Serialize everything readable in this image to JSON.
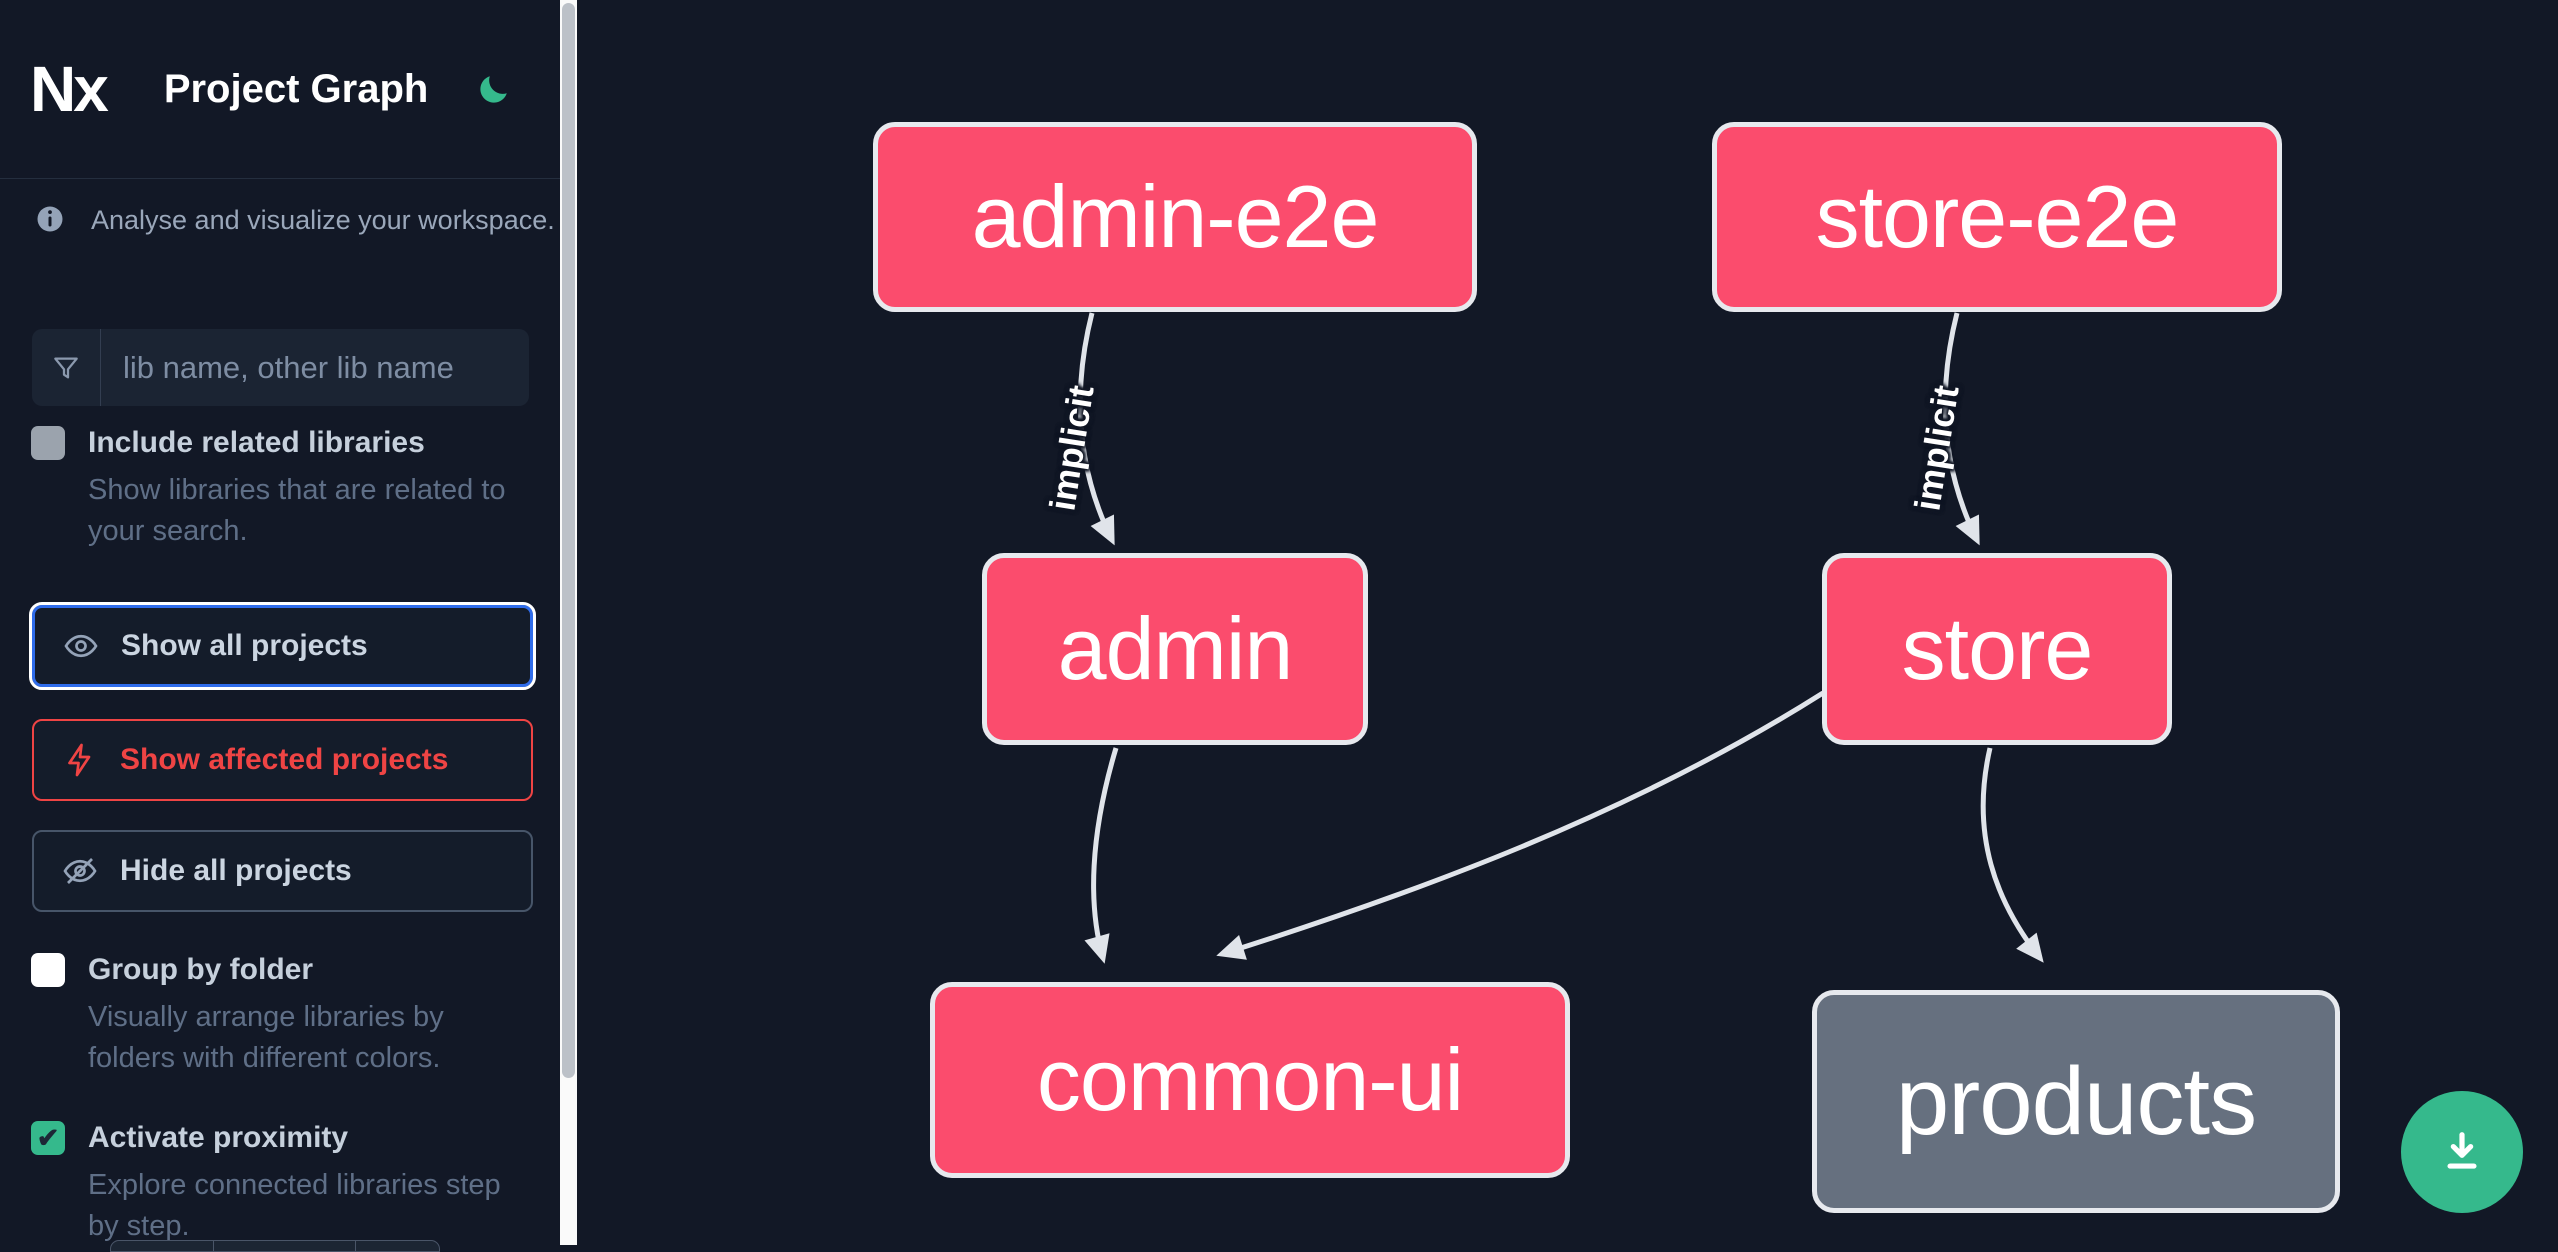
{
  "header": {
    "logo_text": "Nx",
    "title": "Project Graph",
    "theme_toggle_icon": "moon-icon"
  },
  "sidebar": {
    "info": {
      "icon": "info-icon",
      "text": "Analyse and visualize your workspace."
    },
    "search": {
      "icon": "filter-funnel-icon",
      "placeholder": "lib name, other lib name",
      "value": ""
    },
    "toggles": {
      "include_related": {
        "label": "Include related libraries",
        "description": "Show libraries that are related to your search.",
        "checked": false
      },
      "group_by_folder": {
        "label": "Group by folder",
        "description": "Visually arrange libraries by folders with different colors.",
        "checked": false
      },
      "activate_proximity": {
        "label": "Activate proximity",
        "description": "Explore connected libraries step by step.",
        "checked": true,
        "checkmark": "✔"
      }
    },
    "buttons": {
      "show_all": {
        "label": "Show all projects",
        "icon": "eye-icon",
        "state": "focused"
      },
      "show_affected": {
        "label": "Show affected projects",
        "icon": "lightning-bolt-icon",
        "state": "normal"
      },
      "hide_all": {
        "label": "Hide all projects",
        "icon": "eye-off-icon",
        "state": "normal"
      }
    }
  },
  "graph": {
    "nodes": [
      {
        "id": "admin-e2e",
        "label": "admin-e2e",
        "color": "pink"
      },
      {
        "id": "store-e2e",
        "label": "store-e2e",
        "color": "pink"
      },
      {
        "id": "admin",
        "label": "admin",
        "color": "pink"
      },
      {
        "id": "store",
        "label": "store",
        "color": "pink"
      },
      {
        "id": "common-ui",
        "label": "common-ui",
        "color": "pink"
      },
      {
        "id": "products",
        "label": "products",
        "color": "gray"
      }
    ],
    "edges": [
      {
        "from": "admin-e2e",
        "to": "admin",
        "label": "implicit"
      },
      {
        "from": "store-e2e",
        "to": "store",
        "label": "implicit"
      },
      {
        "from": "admin",
        "to": "common-ui",
        "label": ""
      },
      {
        "from": "store",
        "to": "common-ui",
        "label": ""
      },
      {
        "from": "store",
        "to": "products",
        "label": ""
      }
    ]
  },
  "fab": {
    "icon": "download-icon"
  },
  "colors": {
    "background": "#121826",
    "node_pink": "#fb4c6d",
    "node_gray": "#66707f",
    "node_border": "#e7e9ee",
    "edge": "#e0e4ea",
    "accent_green": "#35b98c",
    "focus_blue": "#2f6ceb",
    "affected_red": "#ef4444"
  }
}
